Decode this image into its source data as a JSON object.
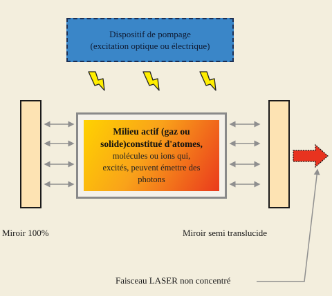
{
  "pump": {
    "line1": "Dispositif de pompage",
    "line2": "(excitation optique ou électrique)"
  },
  "medium": {
    "line1": "Milieu actif (gaz ou",
    "line2": "solide)constitué d'atomes,",
    "line3": "molécules ou ions qui,",
    "line4": "excités, peuvent émettre des",
    "line5": "photons"
  },
  "labels": {
    "mirror_left": "Miroir 100%",
    "mirror_right": "Miroir semi translucide",
    "beam": "Faisceau LASER non concentré"
  },
  "colors": {
    "background": "#f3eedd",
    "pump_fill": "#3a86c8",
    "mirror_fill": "#fde3b3",
    "lightning": "#ffee00",
    "laser_arrow": "#e8331f",
    "photon_arrows": "#8f8f8f"
  }
}
